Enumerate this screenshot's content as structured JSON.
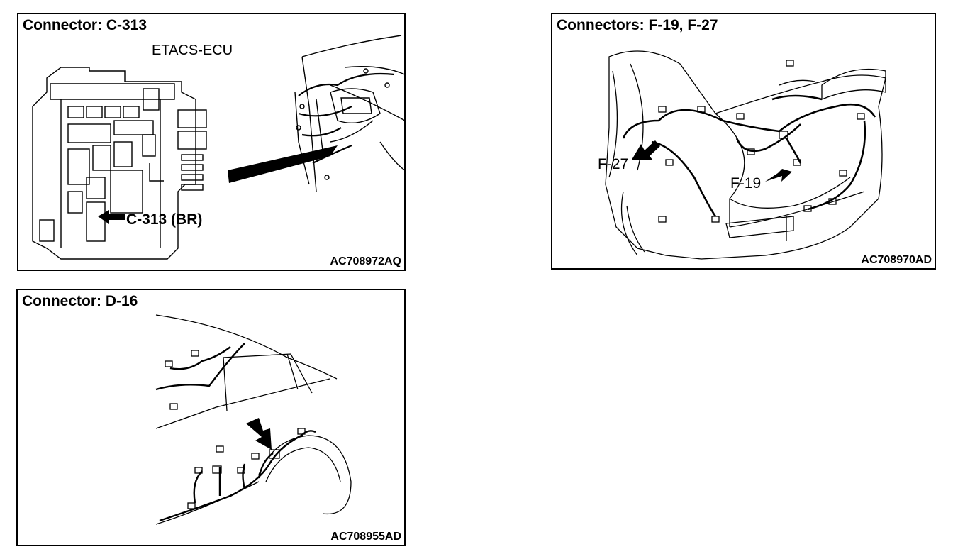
{
  "panels": [
    {
      "title": "Connector: C-313",
      "component_label": "ETACS-ECU",
      "callouts": [
        "C-313 (BR)"
      ],
      "figure_code": "AC708972AQ"
    },
    {
      "title": "Connectors: F-19, F-27",
      "callouts": [
        "F-27",
        "F-19"
      ],
      "figure_code": "AC708970AD"
    },
    {
      "title": "Connector: D-16",
      "callouts": [],
      "figure_code": "AC708955AD"
    }
  ]
}
